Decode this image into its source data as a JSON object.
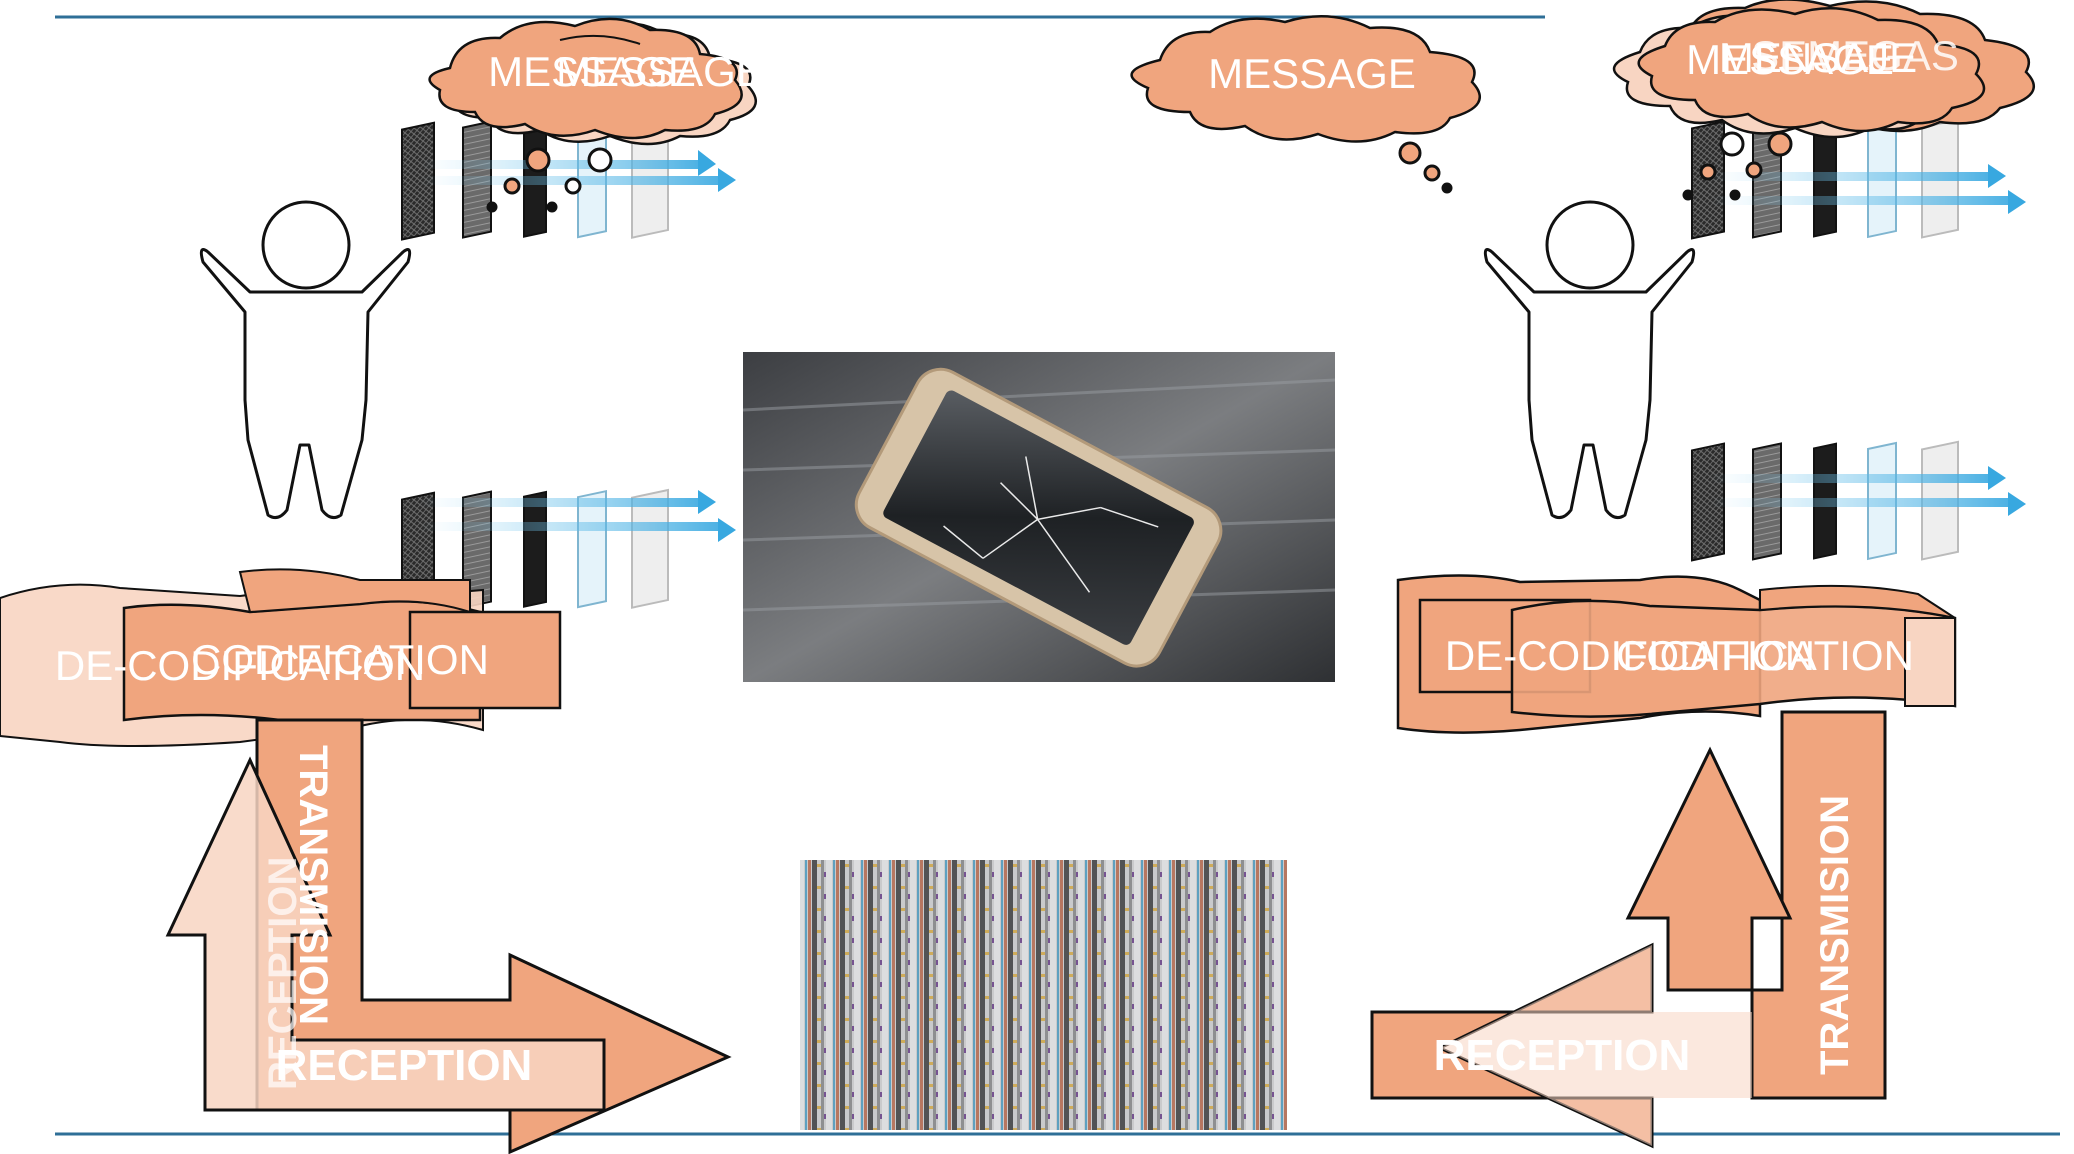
{
  "labels": {
    "left_top_bubble_a": "MESSAGE",
    "left_top_bubble_b": "MESSAGE",
    "center_bubble": "MESSAGE",
    "right_top_bubble_a": "MESSAGE",
    "right_top_bubble_b": "MENSAJE",
    "right_top_bubble_c": "SEMEGAS",
    "left_codification": "CODIFICATION",
    "left_decodification": "DE-CODIFICATION",
    "right_codification": "CODIFICATION",
    "right_decodification": "DE-CODIFICATION",
    "left_transmision": "TRANSMISION",
    "left_reception_vertical": "RECEPTION",
    "left_reception": "RECEPTION",
    "right_reception": "RECEPTION",
    "right_transmision": "TRANSMISION"
  },
  "colors": {
    "accent": "#f0a57e",
    "accent_light": "#f8d5c2",
    "rule": "#2f6f97",
    "outline": "#111111"
  },
  "icons": {
    "person": "person-icon",
    "filter": "filter-layers-icon",
    "phone": "broken-phone-image",
    "noise": "static-noise-image"
  }
}
